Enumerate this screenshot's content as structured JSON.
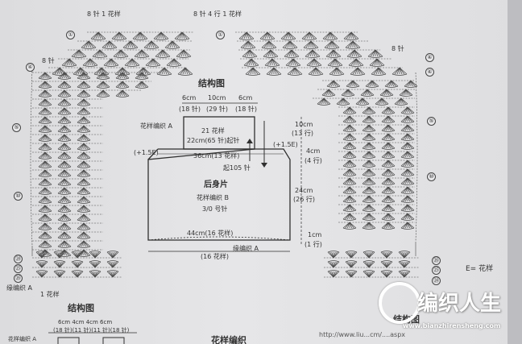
{
  "top": {
    "repeat_left": "8 针 1 花样",
    "repeat_right": "8 针 4 行 1 花样",
    "right_side_count": "8 针",
    "left_side_count": "8 针"
  },
  "row_markers": {
    "r1": "①",
    "r4": "④",
    "r5": "⑤",
    "r10": "⑩",
    "r24": "㉔",
    "r25": "㉕",
    "r26": "㉖"
  },
  "left_bottom": {
    "edge_label": "缘编织 A",
    "repeat": "1 花样"
  },
  "structure": {
    "title": "结构图",
    "top_widths": [
      "6cm",
      "10cm",
      "6cm"
    ],
    "top_stitches": [
      "(18 针)",
      "(29 针)",
      "(18 针)"
    ],
    "pattern_a": "花样编织 A",
    "neck_repeat": "21 花样",
    "neck_width": "22cm(65 针)起针",
    "side_incr_left": "(+1.5E)",
    "side_incr_right": "(+1.5E)",
    "body_width": "36cm(13 花样)",
    "body_cast": "起105 针",
    "piece_name": "后身片",
    "pattern_b": "花样编织 B",
    "hook": "3/0 号针",
    "bottom_width": "44cm(16 花样)",
    "edge_a": "缘编织 A",
    "bottom_repeat": "(16 花样)",
    "h1": "10cm",
    "h1_rows": "(13 行)",
    "h2": "4cm",
    "h2_rows": "(4 行)",
    "h3": "24cm",
    "h3_rows": "(26 行)",
    "h4": "1cm",
    "h4_rows": "(1 行)"
  },
  "legend": "E= 花样",
  "bottom_section": {
    "title": "结构图",
    "widths": "6cm  4cm  4cm  6cm",
    "stitches": "(18 针)(11 针)(11 针)(18 针)",
    "pattern_a": "花样编织 A",
    "title2": "花样编织",
    "right_label": "结构图"
  },
  "watermark": {
    "logo_text": "编织人生",
    "site": "www.bianzhirensheng.com",
    "url_fragment": "http://www.liu...cm/....aspx"
  }
}
